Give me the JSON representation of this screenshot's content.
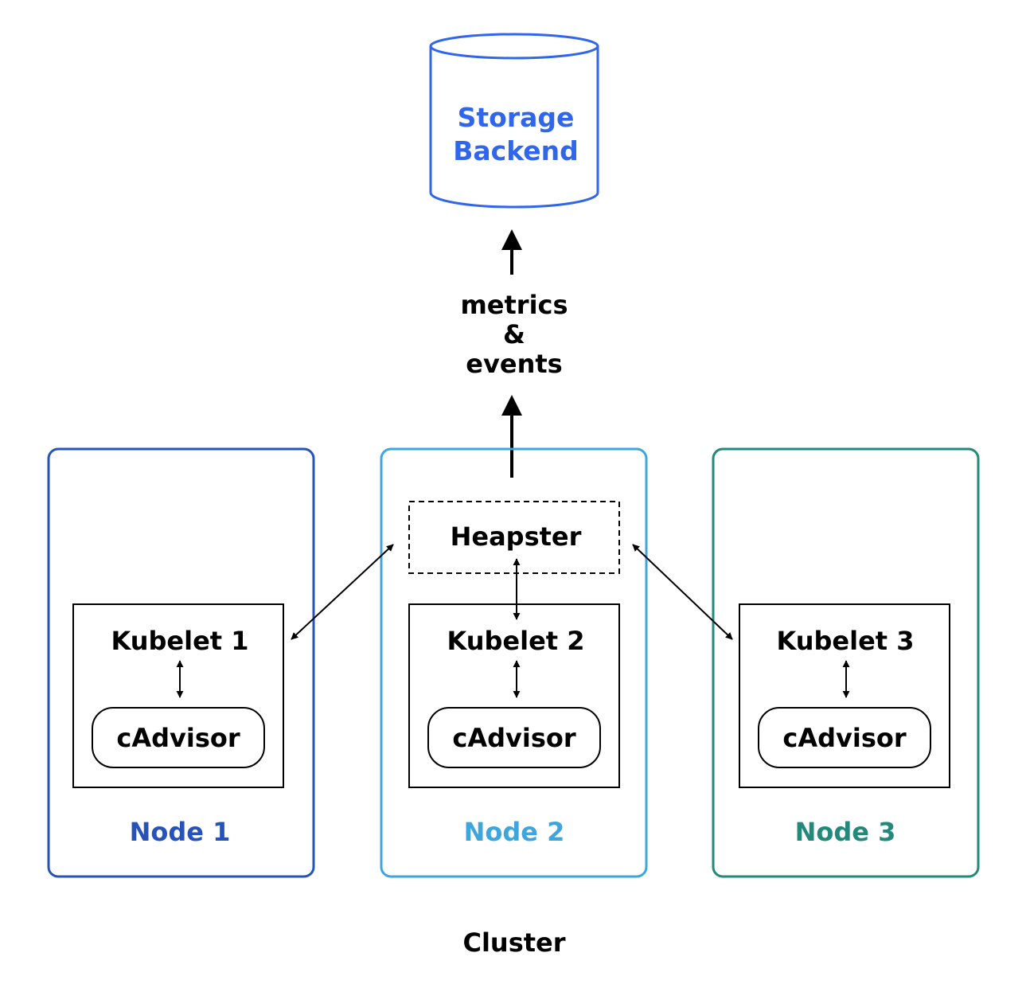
{
  "storage": {
    "line1": "Storage",
    "line2": "Backend",
    "color": "#2f66ec"
  },
  "flow": {
    "line1": "metrics",
    "line2": "&",
    "line3": "events"
  },
  "heapster": {
    "label": "Heapster"
  },
  "nodes": [
    {
      "title": "Node 1",
      "kubelet": "Kubelet 1",
      "cadvisor": "cAdvisor",
      "color": "#2752b8"
    },
    {
      "title": "Node 2",
      "kubelet": "Kubelet 2",
      "cadvisor": "cAdvisor",
      "color": "#3fa5dd"
    },
    {
      "title": "Node 3",
      "kubelet": "Kubelet 3",
      "cadvisor": "cAdvisor",
      "color": "#23897a"
    }
  ],
  "cluster": {
    "label": "Cluster"
  }
}
